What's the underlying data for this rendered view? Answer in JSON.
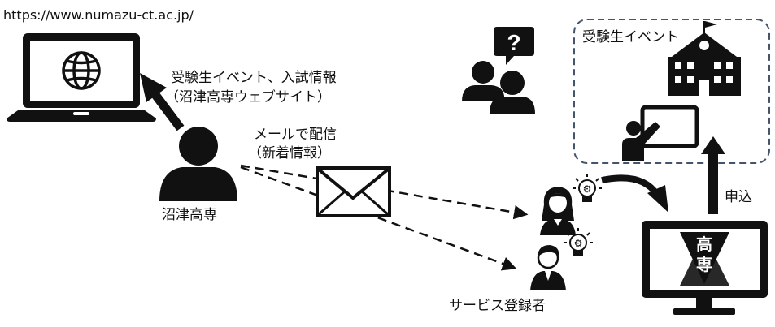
{
  "url": "https://www.numazu-ct.ac.jp/",
  "website_caption": {
    "line1": "受験生イベント、入試情報",
    "line2": "（沼津高専ウェブサイト）"
  },
  "organization_label": "沼津高専",
  "mail_caption": {
    "line1": "メールで配信",
    "line2": "（新着情報）"
  },
  "event_box_label": "受験生イベント",
  "apply_label": "申込",
  "subscribers_label": "サービス登録者",
  "monitor_logo_text": {
    "top": "高",
    "bottom": "専"
  },
  "colors": {
    "ink": "#111111",
    "dashed_border": "#44546a"
  },
  "icons": [
    "laptop-globe-icon",
    "person-icon",
    "envelope-icon",
    "people-question-icon",
    "school-building-icon",
    "presentation-teacher-icon",
    "woman-idea-icon",
    "man-idea-icon",
    "monitor-logo-icon"
  ]
}
